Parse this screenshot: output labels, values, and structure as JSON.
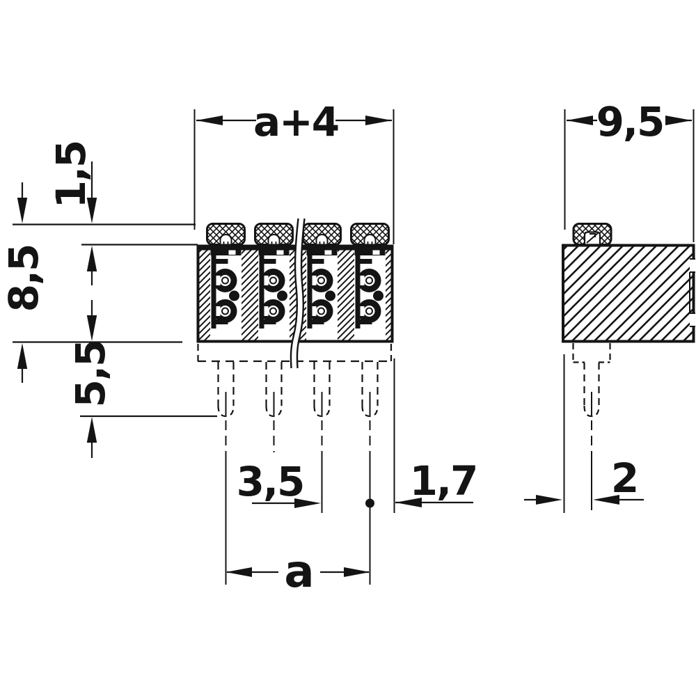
{
  "drawing": {
    "kind": "terminal-block dimensional drawing",
    "front_view": {
      "positions": 4
    },
    "colors": {
      "ink": "#141414",
      "background": "#ffffff"
    }
  },
  "labels": {
    "overall_width": "a+4",
    "side_depth": "9,5",
    "cap_height": "1,5",
    "body_height": "8,5",
    "pin_length": "5,5",
    "pin_pitch": "3,5",
    "edge_to_pin": "1,7",
    "pin_span": "a",
    "front_edge_to_pin": "2"
  }
}
